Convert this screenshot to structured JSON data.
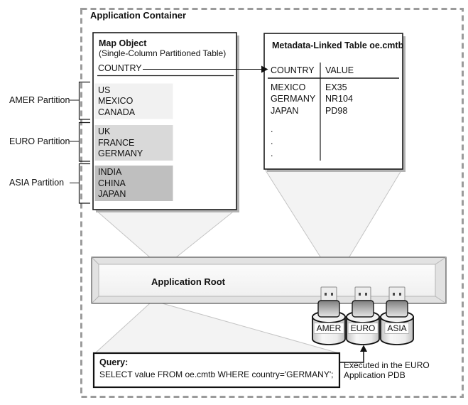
{
  "diagram": {
    "container_title": "Application Container",
    "map_object": {
      "title": "Map Object",
      "subtitle": "(Single-Column Partitioned Table)",
      "column_header": "COUNTRY",
      "partitions": [
        {
          "label": "AMER Partition",
          "rows": [
            "US",
            "MEXICO",
            "CANADA"
          ]
        },
        {
          "label": "EURO Partition",
          "rows": [
            "UK",
            "FRANCE",
            "GERMANY"
          ]
        },
        {
          "label": "ASIA Partition",
          "rows": [
            "INDIA",
            "CHINA",
            "JAPAN"
          ]
        }
      ]
    },
    "metadata_table": {
      "title": "Metadata-Linked Table oe.cmtb",
      "col1": "COUNTRY",
      "col2": "VALUE",
      "rows": [
        {
          "country": "MEXICO",
          "value": "EX35"
        },
        {
          "country": "GERMANY",
          "value": "NR104"
        },
        {
          "country": "JAPAN",
          "value": "PD98"
        }
      ],
      "dots": [
        ".",
        ".",
        "."
      ]
    },
    "application_root_label": "Application Root",
    "pdbs": [
      {
        "label": "AMER"
      },
      {
        "label": "EURO"
      },
      {
        "label": "ASIA"
      }
    ],
    "query": {
      "title": "Query:",
      "sql": "SELECT value FROM oe.cmtb WHERE country='GERMANY';"
    },
    "annotation_text": "Executed in the EURO Application PDB",
    "colors": {
      "amer_partition_fill": "#f1f1f1",
      "euro_partition_fill": "#d9d9d9",
      "asia_partition_fill": "#bfbfbf",
      "funnel_fill": "#f3f3f3",
      "box_shadow": "#b3b3b3",
      "dashed_border": "#9b9b9b",
      "outline": "#1a1a1a"
    }
  }
}
